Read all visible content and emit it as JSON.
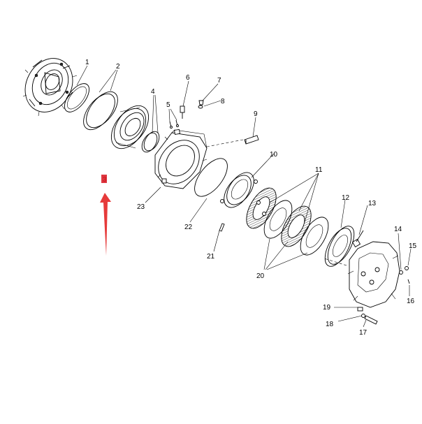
{
  "callouts": [
    {
      "id": "1",
      "text": "1"
    },
    {
      "id": "2",
      "text": "2"
    },
    {
      "id": "3",
      "text": "3"
    },
    {
      "id": "4",
      "text": "4"
    },
    {
      "id": "5",
      "text": "5"
    },
    {
      "id": "6",
      "text": "6"
    },
    {
      "id": "7",
      "text": "7"
    },
    {
      "id": "8",
      "text": "8"
    },
    {
      "id": "9",
      "text": "9"
    },
    {
      "id": "10",
      "text": "10"
    },
    {
      "id": "11",
      "text": "11"
    },
    {
      "id": "12",
      "text": "12"
    },
    {
      "id": "13",
      "text": "13"
    },
    {
      "id": "14",
      "text": "14"
    },
    {
      "id": "15",
      "text": "15"
    },
    {
      "id": "16",
      "text": "16"
    },
    {
      "id": "17",
      "text": "17"
    },
    {
      "id": "18",
      "text": "18"
    },
    {
      "id": "19",
      "text": "19"
    },
    {
      "id": "20",
      "text": "20"
    },
    {
      "id": "21",
      "text": "21"
    },
    {
      "id": "22",
      "text": "22"
    },
    {
      "id": "23",
      "text": "23"
    }
  ],
  "highlight": {
    "callout": "3",
    "marker_color": "#d8141e",
    "arrow_color": "#e63a3a"
  }
}
